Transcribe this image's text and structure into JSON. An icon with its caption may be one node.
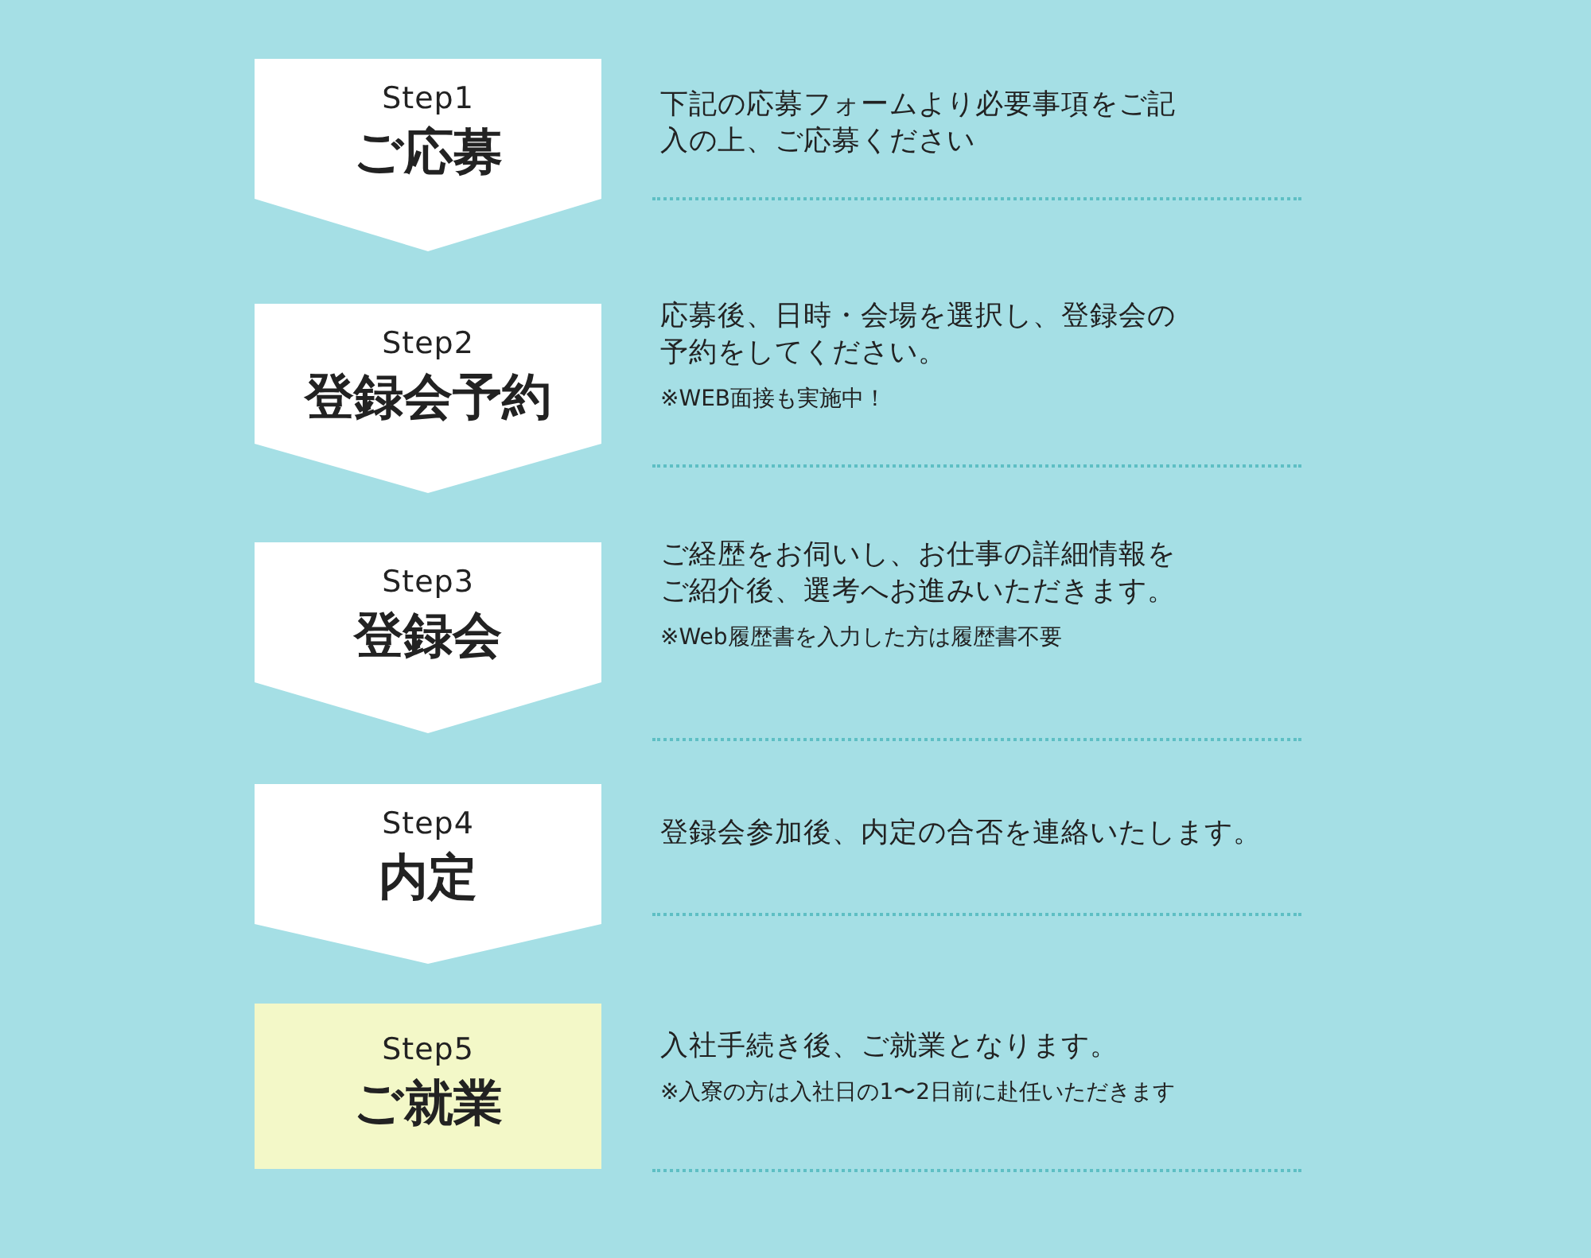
{
  "diagram": {
    "nodes": [
      {
        "text": [
          "Step1",
          "ご応募"
        ],
        "beside": [
          "下記の応募フォームより必要事項をご記入の上、ご応募ください"
        ]
      },
      {
        "text": [
          "Step2",
          "登録会予約"
        ],
        "beside": [
          "応募後、日時・会場を選択し、登録会の予約をしてください。",
          "※WEB面接も実施中！"
        ]
      },
      {
        "text": [
          "Step3",
          "登録会"
        ],
        "beside": [
          "ご経歴をお伺いし、お仕事の詳細情報をご紹介後、選考へお進みいただきます。",
          "※Web履歴書を入力した方は履歴書不要"
        ]
      },
      {
        "text": [
          "Step4",
          "内定"
        ],
        "beside": [
          "登録会参加後、内定の合否を連絡いたします。"
        ]
      },
      {
        "text": [
          "Step5",
          "ご就業"
        ],
        "beside": [
          "入社手続き後、ご就業となります。",
          "※入寮の方は入社日の1〜2日前に赴任いただきます"
        ]
      }
    ],
    "edges": [
      {
        "from": 0,
        "to": 1,
        "arrow": "to"
      },
      {
        "from": 1,
        "to": 2,
        "arrow": "to"
      },
      {
        "from": 2,
        "to": 3,
        "arrow": "to"
      },
      {
        "from": 3,
        "to": 4,
        "arrow": "to"
      }
    ]
  }
}
